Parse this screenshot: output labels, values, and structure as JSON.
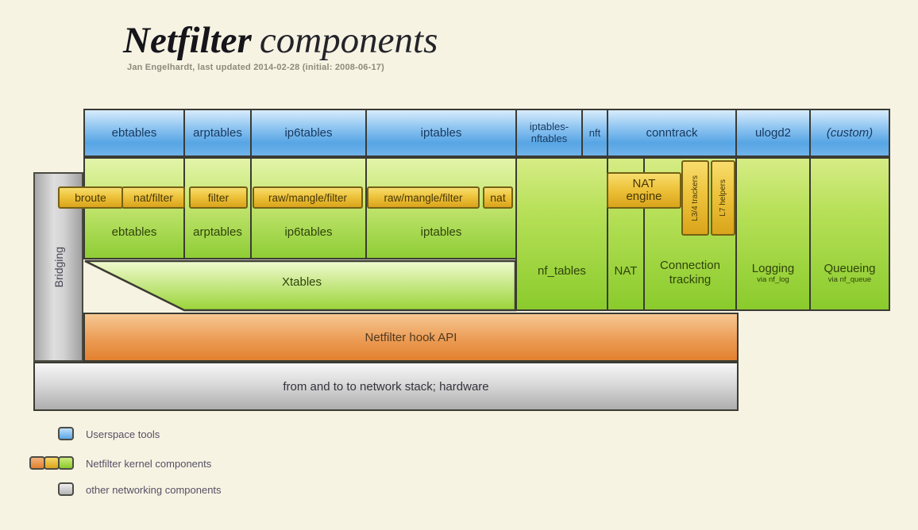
{
  "title": {
    "main": "Netfilter",
    "secondary": "components",
    "subtitle": "Jan Engelhardt, last updated 2014-02-28 (initial: 2008-06-17)"
  },
  "userspace_row": {
    "ebtables": "ebtables",
    "arptables": "arptables",
    "ip6tables": "ip6tables",
    "iptables": "iptables",
    "iptables_nftables": "iptables-nftables",
    "nft": "nft",
    "conntrack": "conntrack",
    "ulogd2": "ulogd2",
    "custom": "(custom)"
  },
  "chain_row": {
    "broute": "broute",
    "nat_filter": "nat/filter",
    "filter": "filter",
    "raw_mangle_filter_v6": "raw/mangle/filter",
    "raw_mangle_filter_v4": "raw/mangle/filter",
    "nat": "nat",
    "nat_engine": "NAT engine",
    "l34_trackers": "L3/4 trackers",
    "l7_helpers": "L7 helpers"
  },
  "kernel_row": {
    "ebtables": "ebtables",
    "arptables": "arptables",
    "ip6tables": "ip6tables",
    "iptables": "iptables",
    "xtables": "Xtables",
    "nf_tables": "nf_tables",
    "nat": "NAT",
    "connection_tracking": "Connection tracking",
    "logging": "Logging",
    "logging_sub": "via nf_log",
    "queueing": "Queueing",
    "queueing_sub": "via nf_queue"
  },
  "bridging_label": "Bridging",
  "hook_api_label": "Netfilter hook API",
  "network_stack_label": "from and to to network stack; hardware",
  "legend": {
    "userspace": "Userspace tools",
    "kernel": "Netfilter kernel components",
    "other": "other networking components"
  },
  "colors": {
    "userspace_blue": "#5fa9e6",
    "kernel_green": "#8ccd33",
    "kernel_gold": "#e8b62c",
    "kernel_orange": "#e2812f",
    "other_gray": "#c9c9c9",
    "background": "#f6f3e3"
  }
}
